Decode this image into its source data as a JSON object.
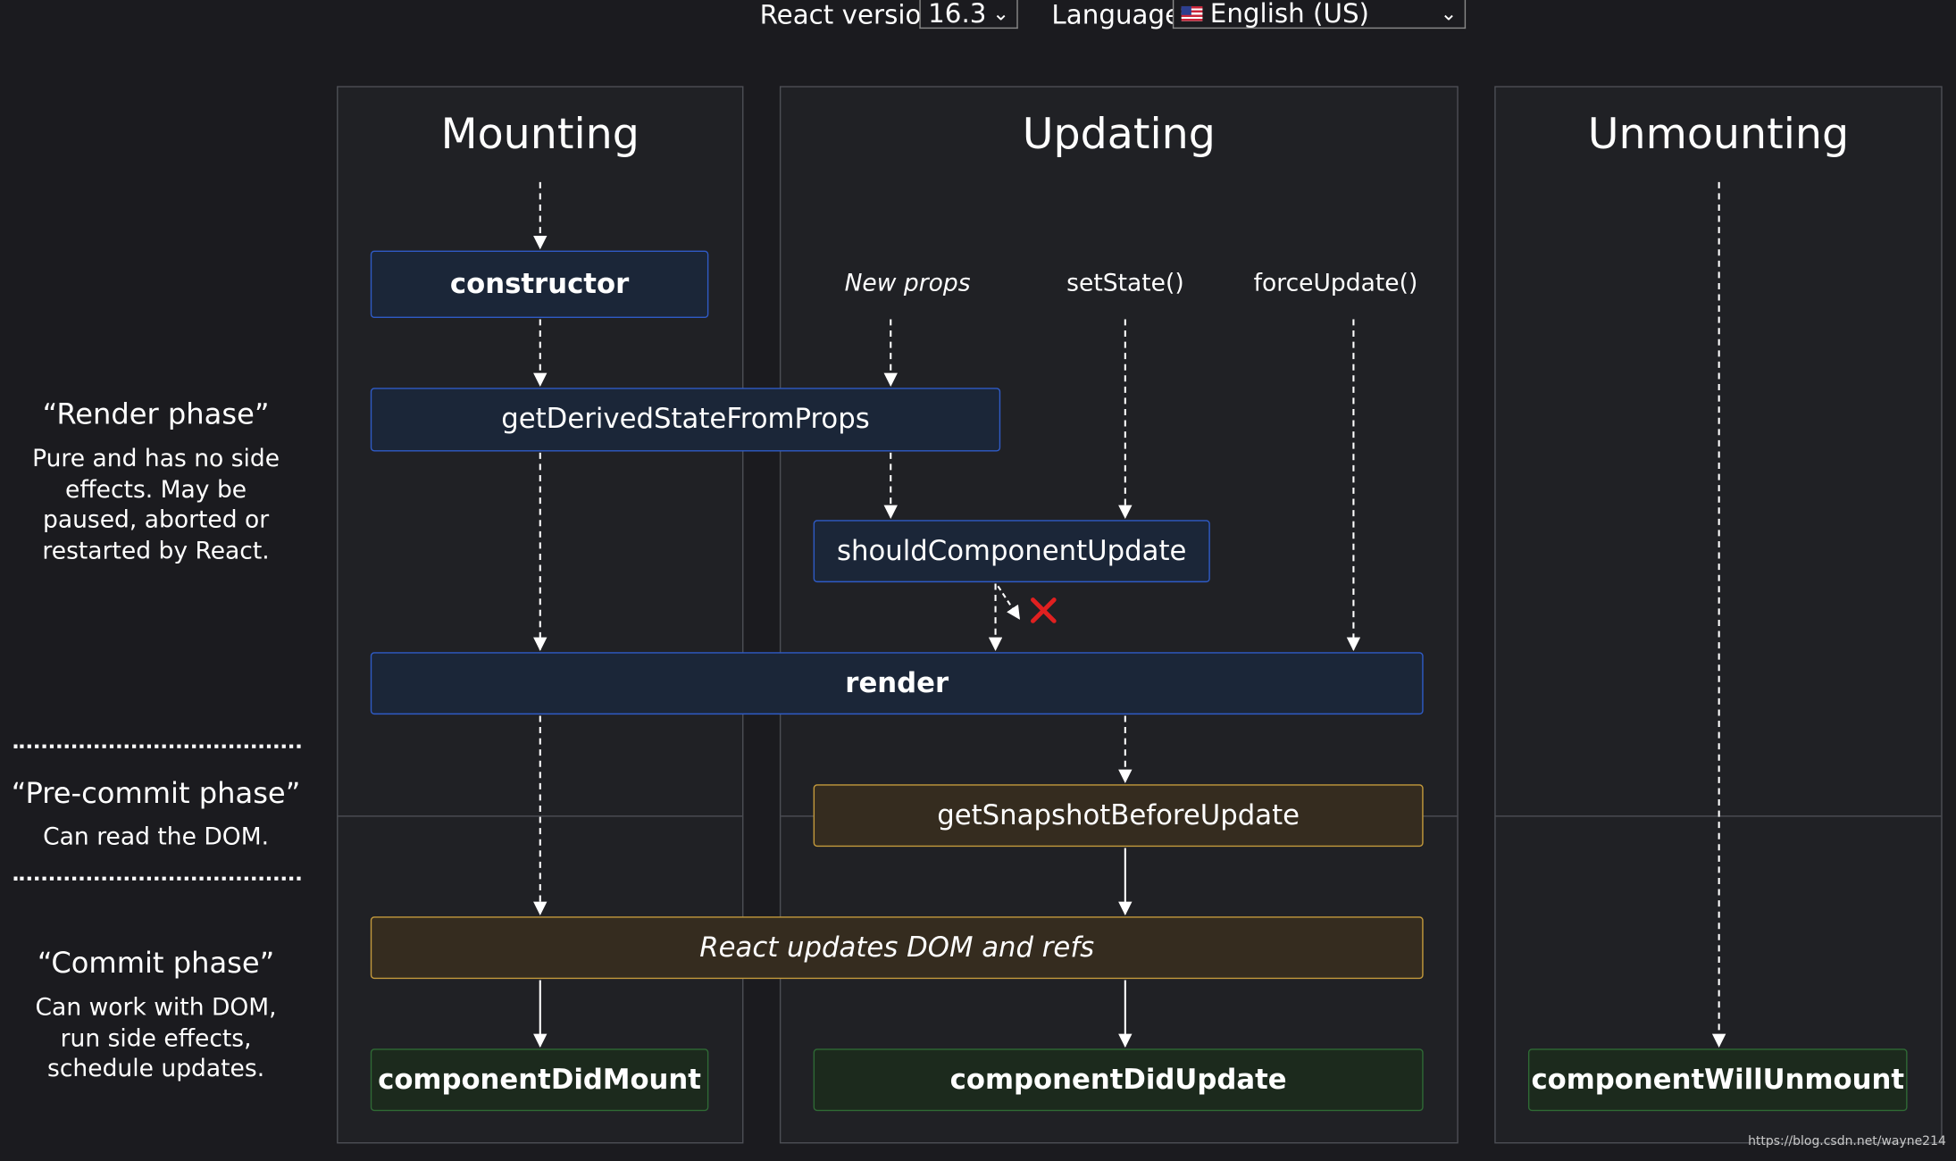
{
  "controls": {
    "version_label": "React version",
    "version_value": "16.3",
    "language_label": "Language",
    "language_value": "English (US)"
  },
  "columns": {
    "mounting": "Mounting",
    "updating": "Updating",
    "unmounting": "Unmounting"
  },
  "phases": {
    "render_title": "“Render phase”",
    "render_desc": "Pure and has no side effects. May be paused, aborted or restarted by React.",
    "precommit_title": "“Pre-commit phase”",
    "precommit_desc": "Can read the DOM.",
    "commit_title": "“Commit phase”",
    "commit_desc": "Can work with DOM, run side effects, schedule updates."
  },
  "triggers": {
    "new_props": "New props",
    "set_state": "setState()",
    "force_update": "forceUpdate()"
  },
  "methods": {
    "constructor": "constructor",
    "get_derived": "getDerivedStateFromProps",
    "should_update": "shouldComponentUpdate",
    "render": "render",
    "get_snapshot": "getSnapshotBeforeUpdate",
    "dom_refs": "React updates DOM and refs",
    "did_mount": "componentDidMount",
    "did_update": "componentDidUpdate",
    "will_unmount": "componentWillUnmount"
  },
  "footer_url": "https://blog.csdn.net/wayne214",
  "colors": {
    "background": "#1b1b1f",
    "render_box_border": "#2f5bc6",
    "precommit_box_border": "#c49a3c",
    "commit_box_border": "#2f6a35",
    "cancel_mark": "#e02020"
  }
}
